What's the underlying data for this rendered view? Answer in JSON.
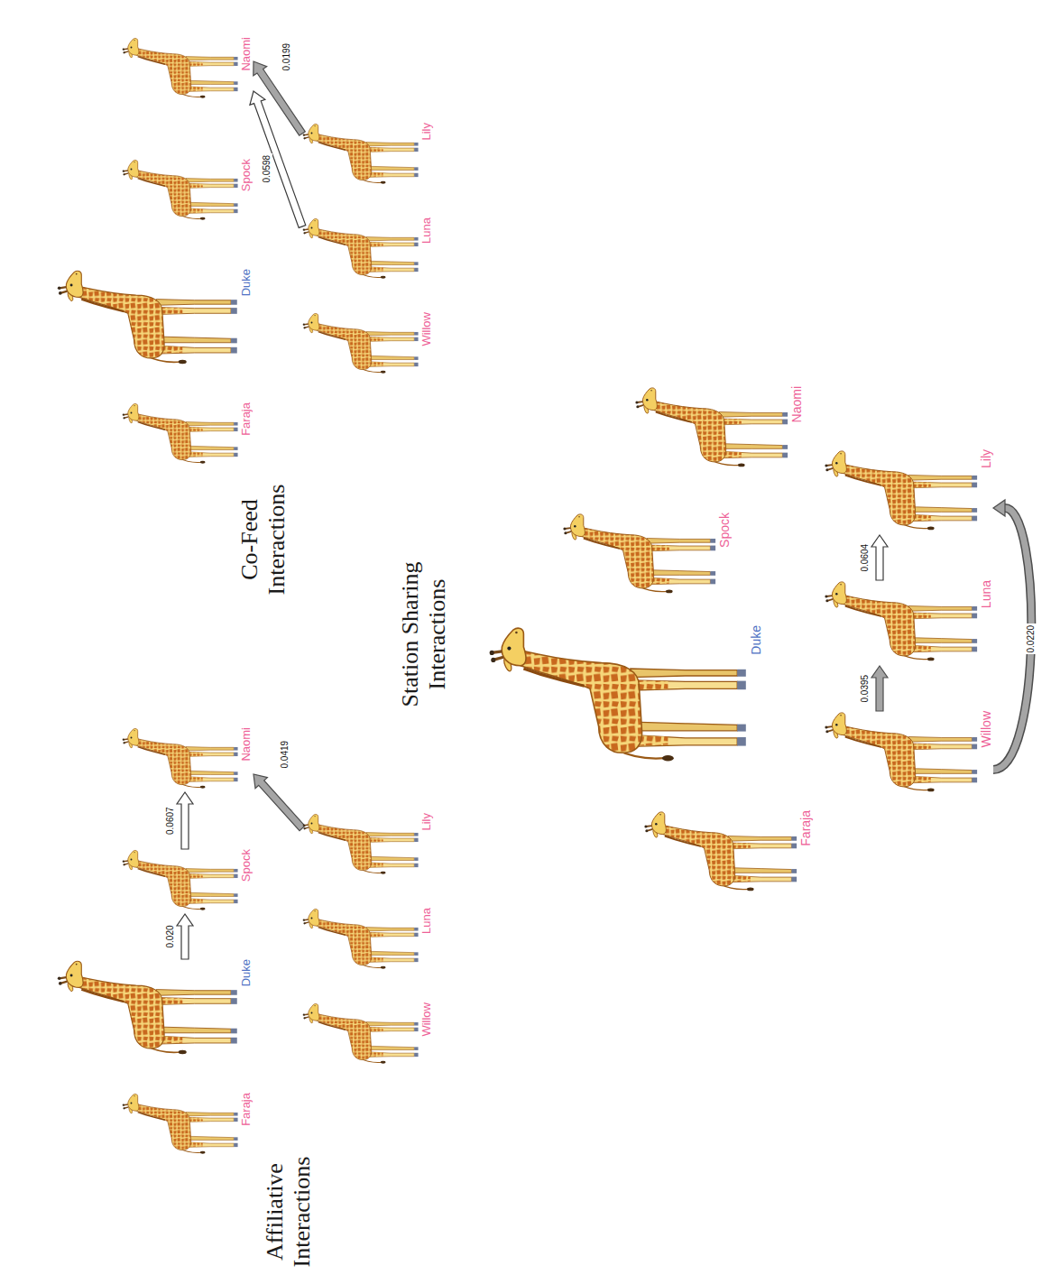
{
  "diagram": {
    "nodes": [
      {
        "text": [
          "Faraja"
        ]
      },
      {
        "text": [
          "Willow"
        ]
      },
      {
        "text": [
          "Duke"
        ]
      },
      {
        "text": [
          "Luna"
        ]
      },
      {
        "text": [
          "Lily"
        ]
      },
      {
        "text": [
          "Spock"
        ]
      },
      {
        "text": [
          "Naomi"
        ]
      },
      {
        "text": [
          "Faraja"
        ]
      },
      {
        "text": [
          "Willow"
        ]
      },
      {
        "text": [
          "Duke"
        ]
      },
      {
        "text": [
          "Luna"
        ]
      },
      {
        "text": [
          "Lily"
        ]
      },
      {
        "text": [
          "Spock"
        ]
      },
      {
        "text": [
          "Naomi"
        ]
      },
      {
        "text": [
          "Faraja"
        ]
      },
      {
        "text": [
          "Willow"
        ]
      },
      {
        "text": [
          "Duke"
        ]
      },
      {
        "text": [
          "Luna"
        ]
      },
      {
        "text": [
          "Lily"
        ]
      },
      {
        "text": [
          "Spock"
        ]
      },
      {
        "text": [
          "Naomi"
        ]
      }
    ],
    "edges": [
      {
        "from": 2,
        "to": 5,
        "arrow": "to",
        "label": "0.020"
      },
      {
        "from": 5,
        "to": 6,
        "arrow": "to",
        "label": "0.0607"
      },
      {
        "from": 4,
        "to": 6,
        "arrow": "to",
        "label": "0.0419"
      },
      {
        "from": 10,
        "to": 13,
        "arrow": "to",
        "label": "0.0598"
      },
      {
        "from": 11,
        "to": 13,
        "arrow": "to",
        "label": "0.0199"
      },
      {
        "from": 15,
        "to": 17,
        "arrow": "to",
        "label": "0.0395"
      },
      {
        "from": 17,
        "to": 18,
        "arrow": "to",
        "label": "0.0604"
      },
      {
        "from": 15,
        "to": 18,
        "arrow": "to",
        "label": "0.0220"
      }
    ],
    "labels": [
      "Affiliative Interactions",
      "Co-Feed Interactions",
      "Station Sharing Interactions"
    ]
  }
}
